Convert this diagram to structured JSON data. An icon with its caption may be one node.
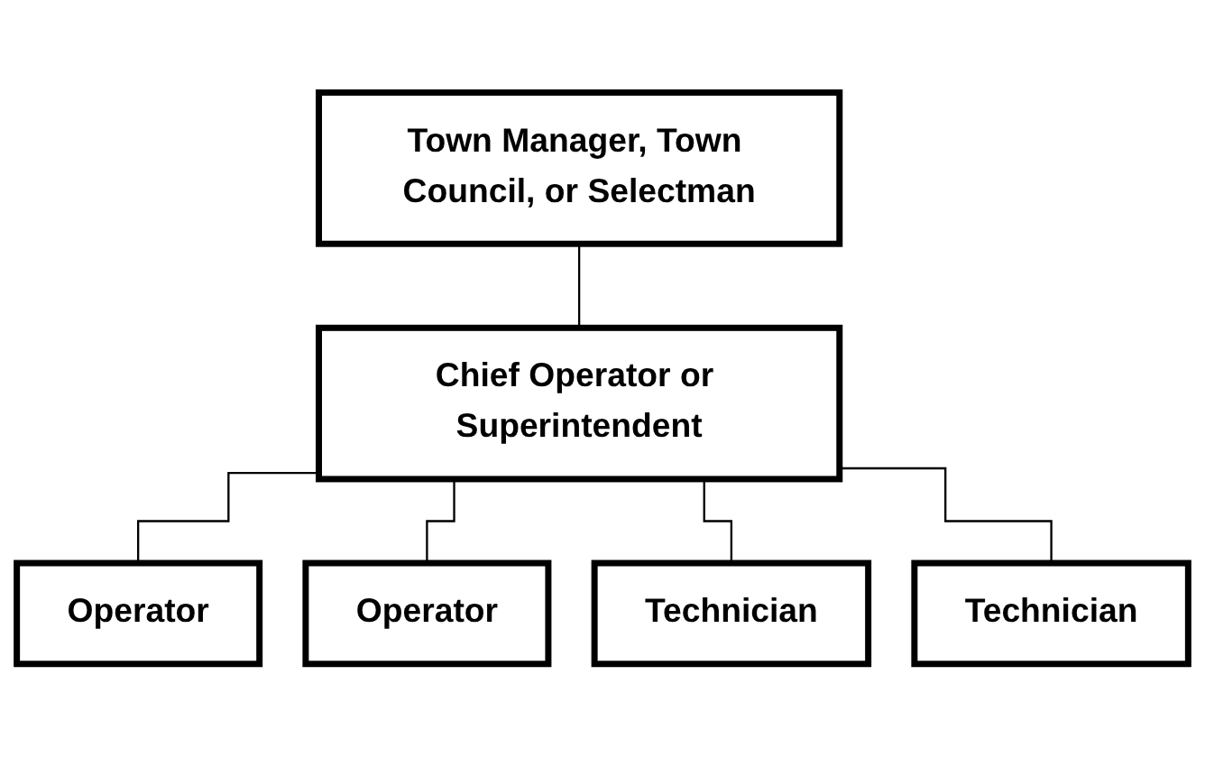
{
  "diagram": {
    "nodes": [
      {
        "text": [
          "Town Manager, Town Council, or Selectman"
        ]
      },
      {
        "text": [
          "Chief Operator or Superintendent"
        ]
      },
      {
        "text": [
          "Operator"
        ]
      },
      {
        "text": [
          "Operator"
        ]
      },
      {
        "text": [
          "Technician"
        ]
      },
      {
        "text": [
          "Technician"
        ]
      }
    ],
    "edges": [
      {
        "from": 0,
        "to": 1,
        "arrow": "none"
      },
      {
        "from": 1,
        "to": 2,
        "arrow": "none"
      },
      {
        "from": 1,
        "to": 3,
        "arrow": "none"
      },
      {
        "from": 1,
        "to": 4,
        "arrow": "none"
      },
      {
        "from": 1,
        "to": 5,
        "arrow": "none"
      }
    ]
  }
}
